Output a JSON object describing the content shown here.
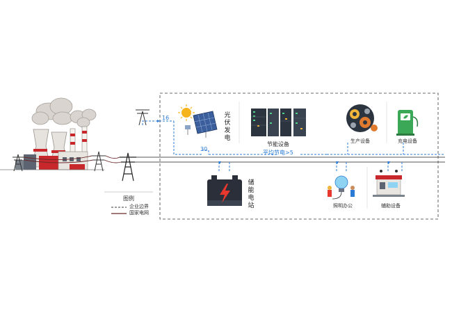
{
  "labels": {
    "pv": "光伏发电",
    "energy_saving": "节能设备",
    "avg_saving": "平均节电>5",
    "storage": "储能电站",
    "production": "生产设备",
    "charging": "充电设备",
    "office": "照明办公",
    "auxiliary": "辅助设备",
    "value_16": "16",
    "value_30": "30"
  },
  "legend": {
    "title": "图例",
    "items": [
      {
        "label": "企业边界",
        "style": "dashed",
        "color": "#3a3a3a"
      },
      {
        "label": "国家电网",
        "style": "solid",
        "color": "#6b2a2a"
      }
    ]
  },
  "colors": {
    "flow": "#2b7bd6",
    "grid_line": "#6b2a2a",
    "boundary": "#3a3a3a",
    "factory_red": "#c8282b",
    "smoke": "#d9d4cf",
    "battery": "#2a2f3a",
    "bolt": "#e8382e",
    "charger": "#3aa857"
  }
}
